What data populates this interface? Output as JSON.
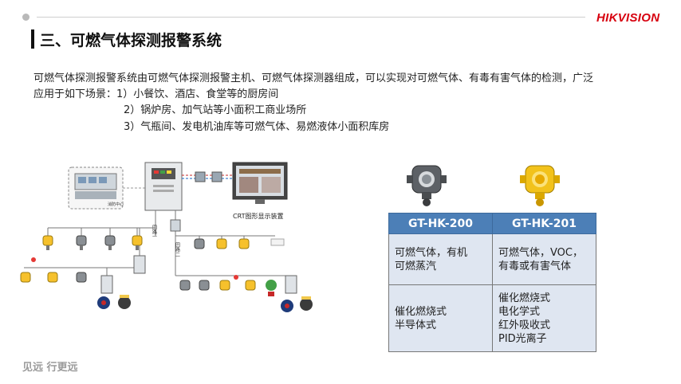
{
  "header": {
    "logo_text": "HIKVISION",
    "title": "三、可燃气体探测报警系统",
    "brand_color": "#d7000f"
  },
  "body": {
    "lines": [
      "可燃气体探测报警系统由可燃气体探测报警主机、可燃气体探测器组成，可以实现对可燃气体、有毒有害气体的检测，广泛",
      "应用于如下场景：1）小餐饮、酒店、食堂等的厨房间",
      "2）锅炉房、加气站等小面积工商业场所",
      "3）气瓶间、发电机油库等可燃气体、易燃液体小面积库房"
    ]
  },
  "diagram": {
    "control_room_label": "消防中心",
    "crt_label": "CRT图形显示装置",
    "loop1_label": "回路一",
    "loop2_label": "回路二"
  },
  "spec_table": {
    "headers": [
      "GT-HK-200",
      "GT-HK-201"
    ],
    "rows": [
      [
        [
          "可燃气体，有机",
          "可燃蒸汽"
        ],
        [
          "可燃气体，VOC，",
          "有毒或有害气体"
        ]
      ],
      [
        [
          "催化燃烧式",
          "半导体式"
        ],
        [
          "催化燃烧式",
          "电化学式",
          "红外吸收式",
          "PID光离子"
        ]
      ]
    ],
    "header_color": "#4c7fb7",
    "cell_color": "#dfe6f1"
  },
  "footer": {
    "slogan": "见远 行更远"
  }
}
